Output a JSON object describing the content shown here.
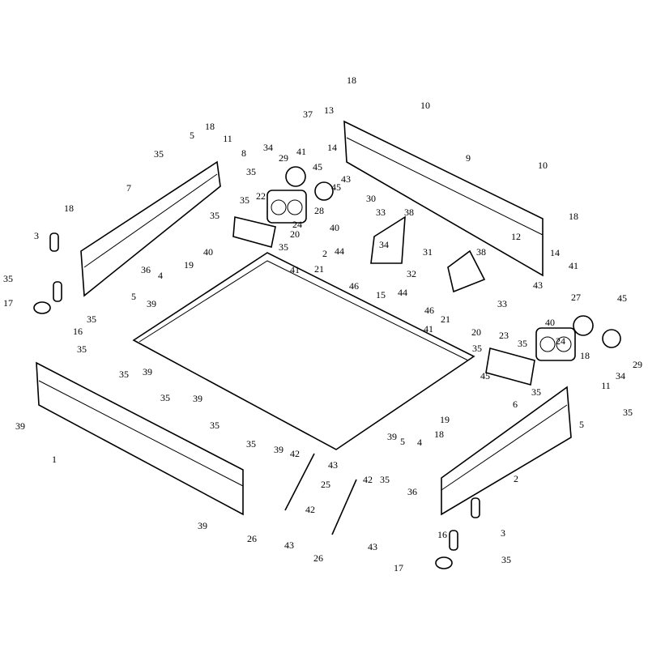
{
  "diagram": {
    "title": "",
    "callouts": [
      "18",
      "13",
      "10",
      "37",
      "41",
      "14",
      "45",
      "43",
      "29",
      "45",
      "30",
      "28",
      "24",
      "40",
      "34",
      "9",
      "33",
      "38",
      "34",
      "10",
      "18",
      "12",
      "14",
      "41",
      "43",
      "31",
      "38",
      "32",
      "46",
      "46",
      "44",
      "44",
      "21",
      "41",
      "2",
      "20",
      "35",
      "40",
      "35",
      "35",
      "22",
      "35",
      "8",
      "11",
      "18",
      "5",
      "35",
      "7",
      "18",
      "3",
      "36",
      "4",
      "19",
      "35",
      "17",
      "16",
      "5",
      "39",
      "35",
      "15",
      "33",
      "40",
      "27",
      "45",
      "21",
      "41",
      "20",
      "23",
      "35",
      "35",
      "24",
      "18",
      "45",
      "35",
      "6",
      "34",
      "11",
      "29",
      "5",
      "35",
      "35",
      "35",
      "39",
      "39",
      "35",
      "35",
      "35",
      "39",
      "1",
      "19",
      "39",
      "5",
      "39",
      "42",
      "43",
      "35",
      "4",
      "18",
      "36",
      "2",
      "42",
      "25",
      "42",
      "26",
      "43",
      "43",
      "26",
      "3",
      "16",
      "17",
      "35",
      "39"
    ]
  }
}
